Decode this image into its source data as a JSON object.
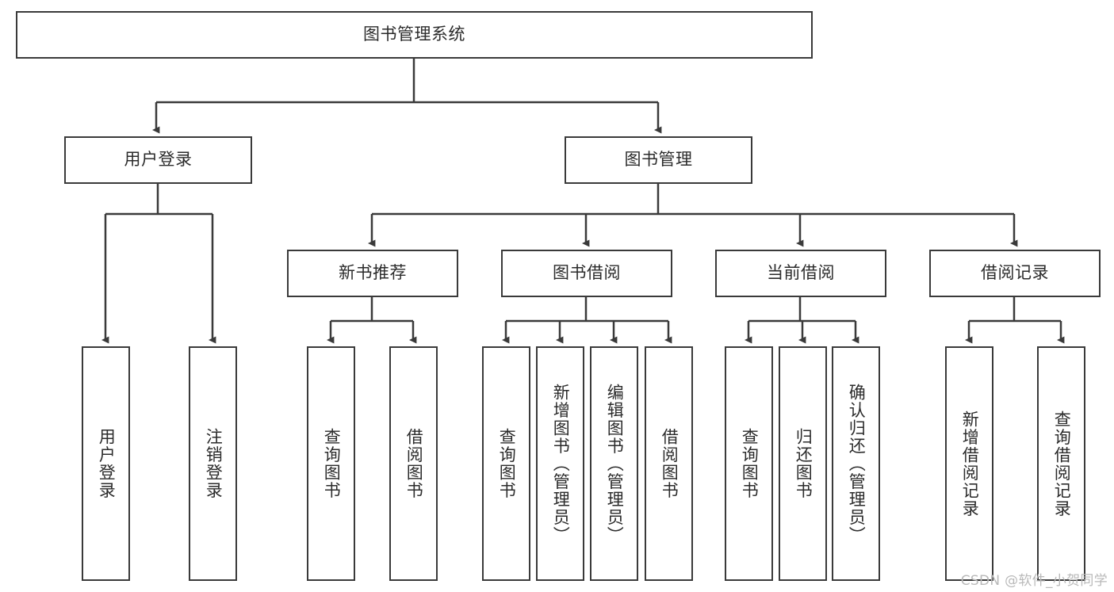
{
  "diagram": {
    "type": "tree-hierarchy-chart",
    "title_node": "图书管理系统",
    "level2": [
      {
        "id": "user-login",
        "label": "用户登录"
      },
      {
        "id": "book-management",
        "label": "图书管理"
      }
    ],
    "level3": [
      {
        "id": "new-book-recommend",
        "label": "新书推荐"
      },
      {
        "id": "book-borrow",
        "label": "图书借阅"
      },
      {
        "id": "current-borrow",
        "label": "当前借阅"
      },
      {
        "id": "borrow-record",
        "label": "借阅记录"
      }
    ],
    "leaves": {
      "user_login": [
        {
          "id": "leaf-user-login",
          "label": "用户登录"
        },
        {
          "id": "leaf-logout-login",
          "label": "注销登录"
        }
      ],
      "new_book_recommend": [
        {
          "id": "leaf-query-book-1",
          "label": "查询图书"
        },
        {
          "id": "leaf-borrow-book-1",
          "label": "借阅图书"
        }
      ],
      "book_borrow": [
        {
          "id": "leaf-query-book-2",
          "label": "查询图书"
        },
        {
          "id": "leaf-add-book",
          "label": "新增图书（管理员）"
        },
        {
          "id": "leaf-edit-book",
          "label": "编辑图书（管理员）"
        },
        {
          "id": "leaf-borrow-book-2",
          "label": "借阅图书"
        }
      ],
      "current_borrow": [
        {
          "id": "leaf-query-book-3",
          "label": "查询图书"
        },
        {
          "id": "leaf-return-book",
          "label": "归还图书"
        },
        {
          "id": "leaf-confirm-return",
          "label": "确认归还（管理员）"
        }
      ],
      "borrow_record": [
        {
          "id": "leaf-add-borrow-record",
          "label": "新增借阅记录"
        },
        {
          "id": "leaf-query-borrow-record",
          "label": "查询借阅记录"
        }
      ]
    }
  },
  "watermark": "CSDN @软件_小贺同学",
  "colors": {
    "border": "#3a3a3a",
    "text": "#2b2b2b",
    "background": "#ffffff",
    "watermark": "#b9b9b9"
  }
}
